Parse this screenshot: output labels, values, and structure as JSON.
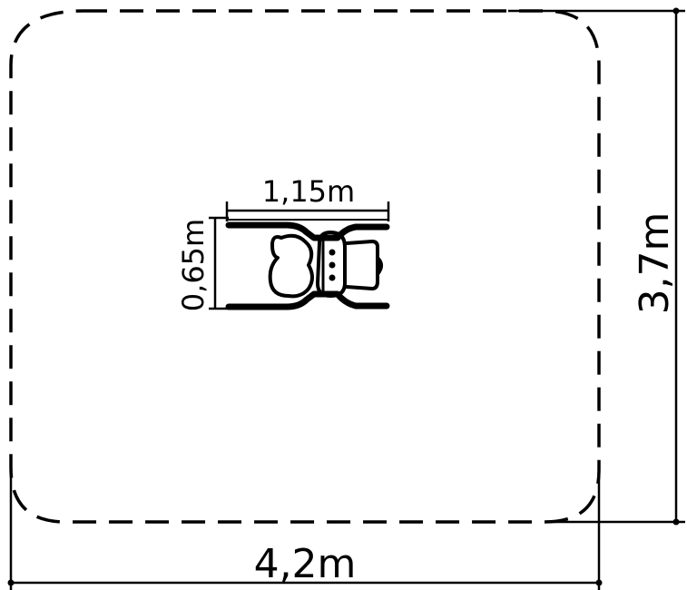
{
  "dimensions": {
    "overall_width": "4,2m",
    "overall_depth": "3,7m",
    "equipment_length": "1,15m",
    "equipment_width": "0,65m"
  },
  "colors": {
    "line": "#000000",
    "background": "#ffffff"
  }
}
